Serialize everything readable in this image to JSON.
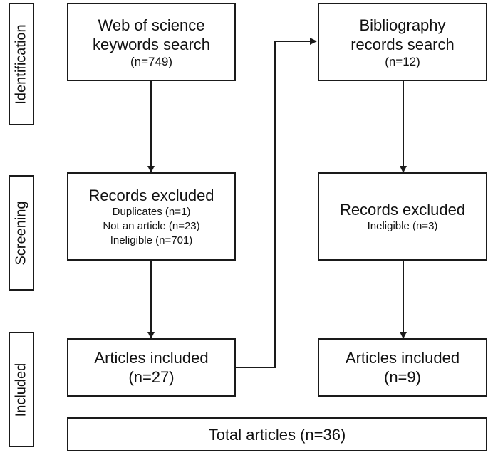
{
  "stages": {
    "identification": "Identification",
    "screening": "Screening",
    "included": "Included"
  },
  "left": {
    "search": {
      "line1": "Web of science",
      "line2": "keywords search",
      "count": "(n=749)"
    },
    "excluded": {
      "title": "Records excluded",
      "items": [
        "Duplicates (n=1)",
        "Not an article (n=23)",
        "Ineligible (n=701)"
      ]
    },
    "included": {
      "title": "Articles included",
      "count": "(n=27)"
    }
  },
  "right": {
    "search": {
      "line1": "Bibliography",
      "line2": "records search",
      "count": "(n=12)"
    },
    "excluded": {
      "title": "Records excluded",
      "items": [
        "Ineligible (n=3)"
      ]
    },
    "included": {
      "title": "Articles included",
      "count": "(n=9)"
    }
  },
  "total": {
    "label": "Total articles (n=36)"
  }
}
